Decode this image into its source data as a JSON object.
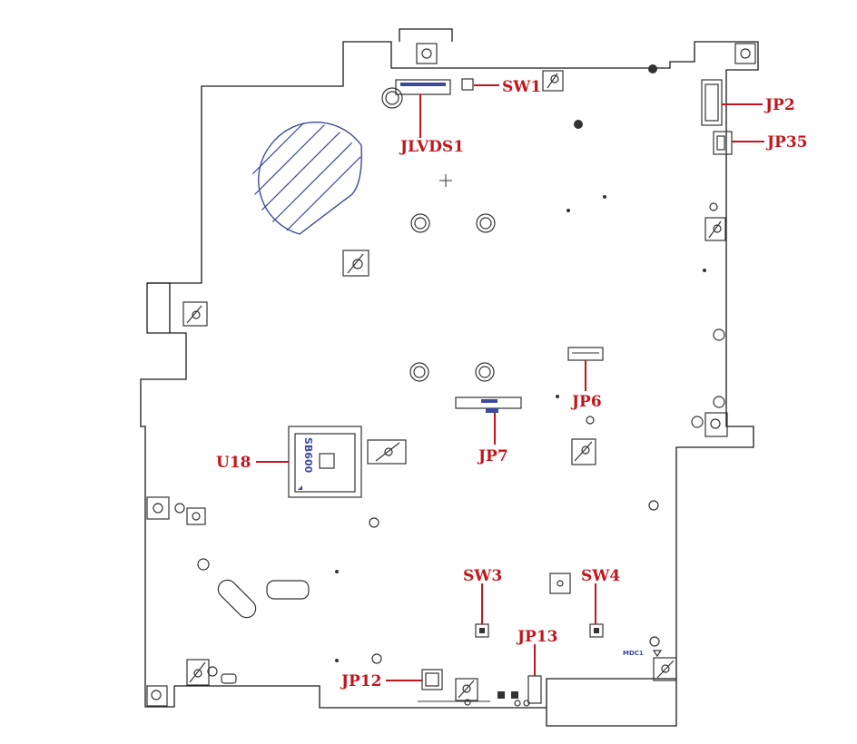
{
  "labels": {
    "jlvds1": "JLVDS1",
    "sw1": "SW1",
    "jp2": "JP2",
    "jp35": "JP35",
    "jp6": "JP6",
    "jp7": "JP7",
    "u18": "U18",
    "sw3": "SW3",
    "sw4": "SW4",
    "jp13": "JP13",
    "jp12": "JP12"
  },
  "chip_marking": "SB600",
  "small_marking": "MDC1",
  "colors": {
    "label_red": "#c4141b",
    "outline": "#1a1a1a",
    "silkscreen_blue": "#3b4a9a"
  }
}
